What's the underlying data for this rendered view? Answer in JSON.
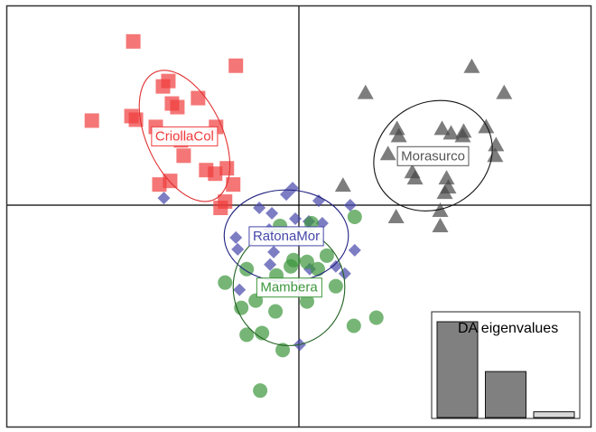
{
  "chart_data": {
    "type": "scatter",
    "title": "",
    "xlabel": "",
    "ylabel": "",
    "xlim": [
      -32.4,
      32.4
    ],
    "ylim": [
      -24.6,
      22.1
    ],
    "grid": false,
    "axes_through_origin": true,
    "series": [
      {
        "name": "CriollaCol",
        "marker": "square",
        "color": "#f03c3c",
        "ellipse_color": "#e03030",
        "ellipse": {
          "cx": -12.7,
          "cy": 7.7,
          "rx": 4.2,
          "ry": 7.8,
          "angle_deg": -25
        },
        "points": [
          [
            -18.4,
            18.2
          ],
          [
            -7.0,
            15.5
          ],
          [
            -14.5,
            13.8
          ],
          [
            -15.1,
            13.2
          ],
          [
            -14.1,
            11.3
          ],
          [
            -13.5,
            10.9
          ],
          [
            -11.2,
            11.9
          ],
          [
            -23.0,
            9.4
          ],
          [
            -18.6,
            9.9
          ],
          [
            -18.1,
            9.5
          ],
          [
            -15.9,
            8.7
          ],
          [
            -9.2,
            8.7
          ],
          [
            -13.1,
            7.2
          ],
          [
            -12.8,
            5.5
          ],
          [
            -10.3,
            3.9
          ],
          [
            -8.0,
            4.1
          ],
          [
            -14.3,
            2.7
          ],
          [
            -15.5,
            2.3
          ],
          [
            -7.3,
            2.3
          ],
          [
            -8.2,
            0.4
          ],
          [
            -8.7,
            -0.3
          ],
          [
            -9.3,
            3.5
          ]
        ]
      },
      {
        "name": "Morasurco",
        "marker": "triangle",
        "color": "#464646",
        "ellipse_color": "#111111",
        "ellipse": {
          "cx": 14.9,
          "cy": 5.5,
          "rx": 6.8,
          "ry": 5.9,
          "angle_deg": -30
        },
        "points": [
          [
            19.2,
            15.4
          ],
          [
            7.4,
            12.5
          ],
          [
            22.8,
            12.5
          ],
          [
            10.9,
            8.5
          ],
          [
            15.9,
            8.5
          ],
          [
            16.9,
            8.0
          ],
          [
            18.3,
            8.2
          ],
          [
            20.8,
            8.7
          ],
          [
            21.9,
            6.7
          ],
          [
            21.8,
            5.5
          ],
          [
            11.1,
            7.7
          ],
          [
            9.9,
            5.7
          ],
          [
            12.6,
            3.7
          ],
          [
            12.9,
            3.0
          ],
          [
            16.4,
            3.0
          ],
          [
            16.2,
            1.4
          ],
          [
            4.9,
            2.2
          ],
          [
            10.8,
            -1.3
          ],
          [
            15.7,
            -0.6
          ],
          [
            15.7,
            -2.3
          ],
          [
            18.2,
            7.7
          ],
          [
            16.6,
            2.0
          ]
        ]
      },
      {
        "name": "RatonaMor",
        "marker": "diamond",
        "color": "#4646aa",
        "ellipse_color": "#202080",
        "ellipse": {
          "cx": -1.4,
          "cy": -3.4,
          "rx": 6.9,
          "ry": 5.1,
          "angle_deg": 0
        },
        "points": [
          [
            -0.7,
            1.9
          ],
          [
            -1.4,
            1.2
          ],
          [
            2.2,
            0.5
          ],
          [
            5.7,
            0.0
          ],
          [
            -4.4,
            -0.3
          ],
          [
            -3.0,
            -0.9
          ],
          [
            -0.4,
            -1.5
          ],
          [
            1.1,
            -1.8
          ],
          [
            2.6,
            -2.0
          ],
          [
            -3.3,
            -2.7
          ],
          [
            -7.0,
            -3.6
          ],
          [
            -6.8,
            -4.9
          ],
          [
            -2.8,
            -5.2
          ],
          [
            6.2,
            -5.0
          ],
          [
            -3.2,
            -6.6
          ],
          [
            4.1,
            -6.8
          ],
          [
            5.1,
            -7.6
          ],
          [
            1.2,
            -7.1
          ],
          [
            -6.6,
            -9.4
          ],
          [
            0.1,
            -15.5
          ],
          [
            -15.0,
            0.8
          ]
        ]
      },
      {
        "name": "Mambera",
        "marker": "circle",
        "color": "#3c963c",
        "ellipse_color": "#206020",
        "ellipse": {
          "cx": -1.1,
          "cy": -9.1,
          "rx": 6.2,
          "ry": 6.5,
          "angle_deg": 0
        },
        "points": [
          [
            6.2,
            -1.3
          ],
          [
            -2.1,
            -2.3
          ],
          [
            1.4,
            -2.0
          ],
          [
            3.1,
            -5.6
          ],
          [
            -5.8,
            -7.1
          ],
          [
            -0.6,
            -6.1
          ],
          [
            0.9,
            -6.3
          ],
          [
            2.1,
            -7.1
          ],
          [
            -0.9,
            -6.8
          ],
          [
            -8.2,
            -8.6
          ],
          [
            -2.5,
            -7.8
          ],
          [
            4.1,
            -9.0
          ],
          [
            -4.8,
            -10.6
          ],
          [
            -6.4,
            -11.4
          ],
          [
            0.9,
            -10.7
          ],
          [
            -2.6,
            -11.8
          ],
          [
            -4.1,
            -14.2
          ],
          [
            -5.8,
            -14.4
          ],
          [
            -1.8,
            -16.1
          ],
          [
            6.1,
            -13.4
          ],
          [
            8.6,
            -12.5
          ],
          [
            -4.3,
            -20.6
          ]
        ]
      }
    ],
    "inset": {
      "type": "bar",
      "title": "DA eigenvalues",
      "values": [
        100,
        48,
        6
      ],
      "colors": [
        "#808080",
        "#808080",
        "#d9d9d9"
      ],
      "legend_placement": "bottom-right"
    }
  }
}
